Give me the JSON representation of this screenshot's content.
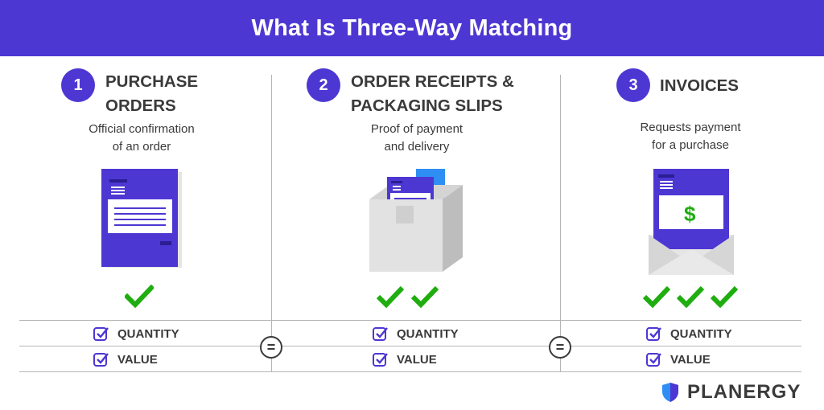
{
  "header": {
    "title": "What Is Three-Way Matching"
  },
  "columns": [
    {
      "number": "1",
      "title_lines": [
        "PURCHASE",
        "ORDERS"
      ],
      "desc_lines": [
        "Official confirmation",
        "of an order"
      ],
      "checkmarks": 1,
      "criteria": [
        "QUANTITY",
        "VALUE"
      ]
    },
    {
      "number": "2",
      "title_lines": [
        "ORDER RECEIPTS &",
        "PACKAGING SLIPS"
      ],
      "desc_lines": [
        "Proof of payment",
        "and delivery"
      ],
      "checkmarks": 2,
      "criteria": [
        "QUANTITY",
        "VALUE"
      ]
    },
    {
      "number": "3",
      "title_lines": [
        "INVOICES"
      ],
      "desc_lines": [
        "Requests payment",
        "for a purchase"
      ],
      "checkmarks": 3,
      "criteria": [
        "QUANTITY",
        "VALUE"
      ]
    }
  ],
  "equals_symbol": "=",
  "invoice_symbol": "$",
  "brand": {
    "name": "PLANERGY"
  },
  "colors": {
    "accent": "#4d37d3",
    "check": "#1fad0f",
    "grey": "#d9d9d9",
    "blue": "#2f8ef3"
  }
}
